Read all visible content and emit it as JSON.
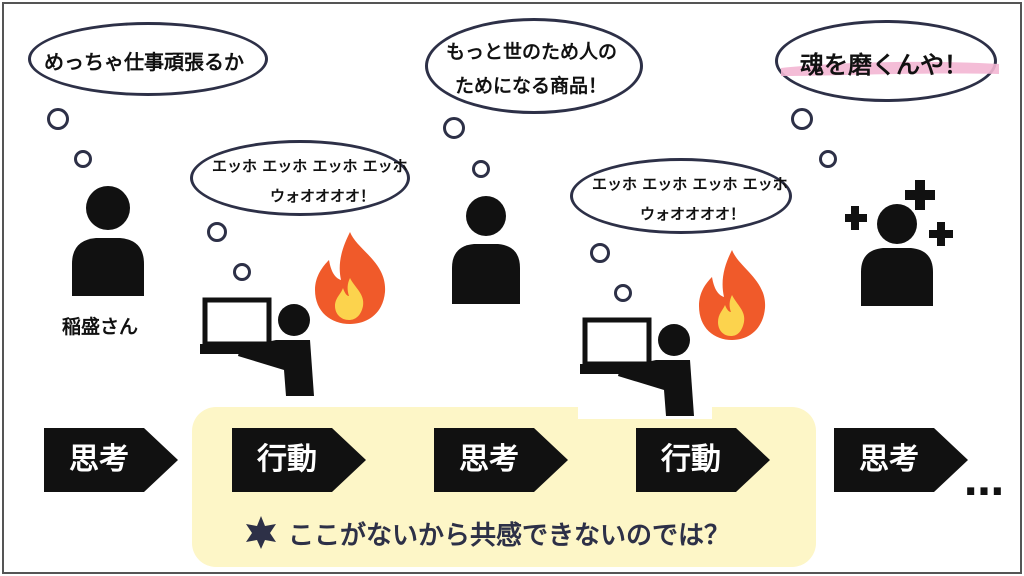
{
  "bubbles": {
    "b1": "めっちゃ仕事頑張るか",
    "b2_line1": "エッホ エッホ エッホ エッホ",
    "b2_line2": "ウォオオオオ！",
    "b3_line1": "もっと世のため人の",
    "b3_line2": "ためになる商品！",
    "b4_line1": "エッホ エッホ エッホ エッホ",
    "b4_line2": "ウォオオオオ！",
    "b5": "魂を磨くんや！"
  },
  "person_label": "稲盛さん",
  "steps": [
    "思考",
    "行動",
    "思考",
    "行動",
    "思考"
  ],
  "ellipsis": "…",
  "note": "ここがないから共感できないのでは？",
  "colors": {
    "bubble_border": "#2d3047",
    "arrow": "#111111",
    "highlight": "#fdf6c7",
    "pink_mark": "#f3b6d3",
    "star": "#2d3047",
    "flame_outer": "#f05a2a",
    "flame_inner": "#fcd34d"
  }
}
